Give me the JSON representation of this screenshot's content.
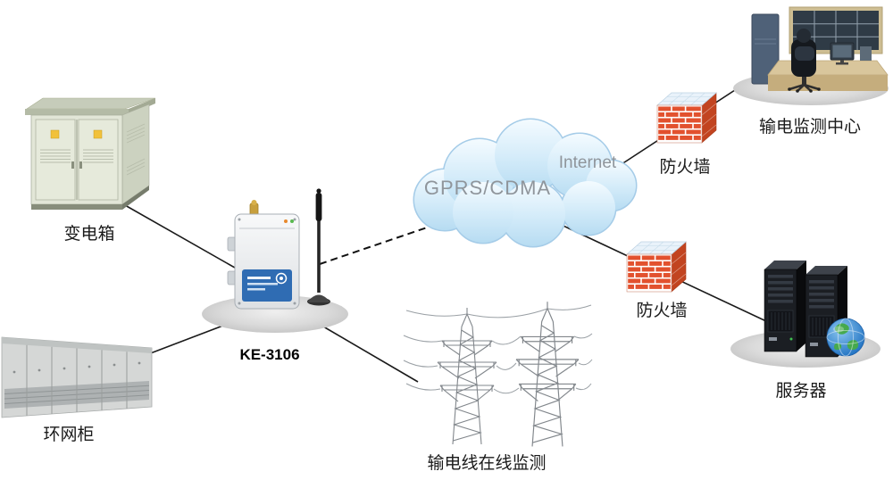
{
  "diagram": {
    "cloud": {
      "network_label": "GPRS/CDMA",
      "internet_label": "Internet"
    },
    "device": {
      "label": "KE-3106"
    },
    "labels": {
      "transformer_box": "变电箱",
      "ring_cabinet": "环网柜",
      "transmission_monitoring": "输电线在线监测",
      "firewall_top": "防火墙",
      "firewall_bottom": "防火墙",
      "monitoring_center": "输电监测中心",
      "server": "服务器"
    },
    "colors": {
      "brick": "#e2512e",
      "cloud_fill": "#cfe9f8",
      "accent_blue": "#2f6cb3"
    }
  }
}
